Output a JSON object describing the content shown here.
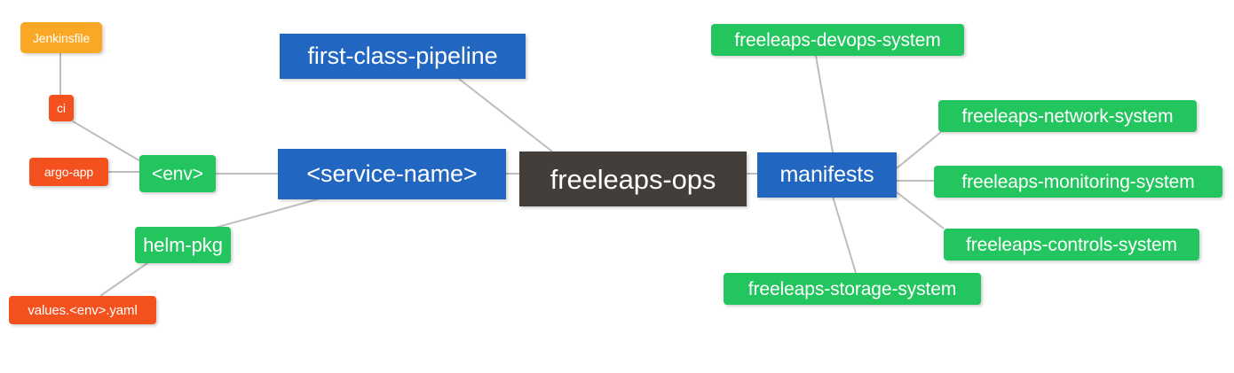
{
  "diagram": {
    "title": "freeleaps-ops mind map",
    "background": "#ffffff",
    "edge_color": "#bdbdbd",
    "palette": {
      "root": "#443e3b",
      "blue": "#2166c0",
      "green": "#22c55e",
      "orange": "#f9a825",
      "red": "#f4511e",
      "text": "#ffffff"
    }
  },
  "nodes": {
    "root": {
      "label": "freeleaps-ops"
    },
    "service_name": {
      "label": "<service-name>"
    },
    "first_class_pipeline": {
      "label": "first-class-pipeline"
    },
    "manifests": {
      "label": "manifests"
    },
    "env": {
      "label": "<env>"
    },
    "ci": {
      "label": "ci"
    },
    "jenkinsfile": {
      "label": "Jenkinsfile"
    },
    "argo_app": {
      "label": "argo-app"
    },
    "helm_pkg": {
      "label": "helm-pkg"
    },
    "values_yaml": {
      "label": "values.<env>.yaml"
    },
    "devops_system": {
      "label": "freeleaps-devops-system"
    },
    "network_system": {
      "label": "freeleaps-network-system"
    },
    "monitoring_system": {
      "label": "freeleaps-monitoring-system"
    },
    "controls_system": {
      "label": "freeleaps-controls-system"
    },
    "storage_system": {
      "label": "freeleaps-storage-system"
    }
  },
  "edges": [
    {
      "from": "root",
      "to": "service_name"
    },
    {
      "from": "root",
      "to": "first_class_pipeline"
    },
    {
      "from": "root",
      "to": "manifests"
    },
    {
      "from": "service_name",
      "to": "env"
    },
    {
      "from": "service_name",
      "to": "helm_pkg"
    },
    {
      "from": "env",
      "to": "ci"
    },
    {
      "from": "env",
      "to": "argo_app"
    },
    {
      "from": "ci",
      "to": "jenkinsfile"
    },
    {
      "from": "helm_pkg",
      "to": "values_yaml"
    },
    {
      "from": "manifests",
      "to": "devops_system"
    },
    {
      "from": "manifests",
      "to": "network_system"
    },
    {
      "from": "manifests",
      "to": "monitoring_system"
    },
    {
      "from": "manifests",
      "to": "controls_system"
    },
    {
      "from": "manifests",
      "to": "storage_system"
    }
  ]
}
